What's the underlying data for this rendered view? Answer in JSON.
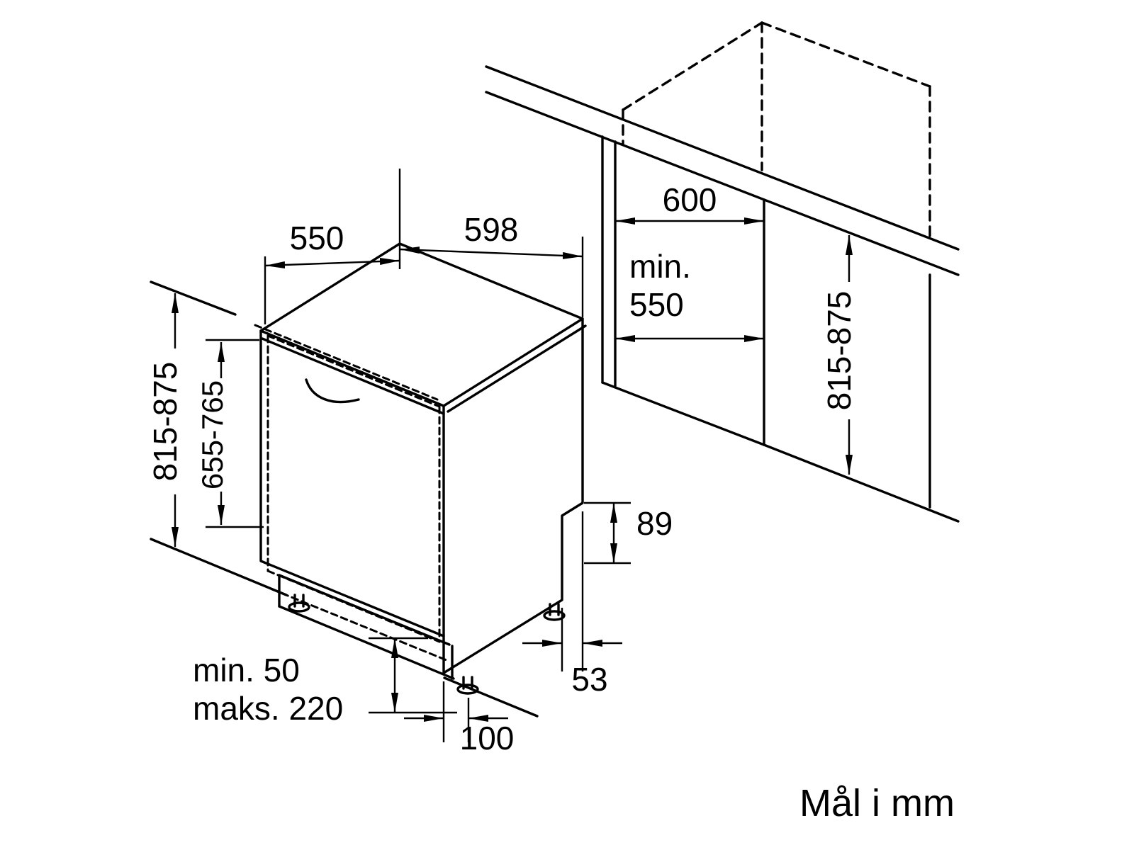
{
  "diagram": {
    "title": "Mål i mm",
    "labels": {
      "depth_top": "550",
      "width_top": "598",
      "niche_depth": "600",
      "niche_depth_min_line1": "min.",
      "niche_depth_min_line2": "550",
      "appliance_height": "815-875",
      "door_panel_height": "655-765",
      "niche_height": "815-875",
      "rear_recess_height": "89",
      "rear_recess_depth": "53",
      "foot_inset": "100",
      "plinth_min": "min. 50",
      "plinth_max": "maks. 220"
    },
    "colors": {
      "line": "#000000",
      "background": "#ffffff"
    }
  }
}
